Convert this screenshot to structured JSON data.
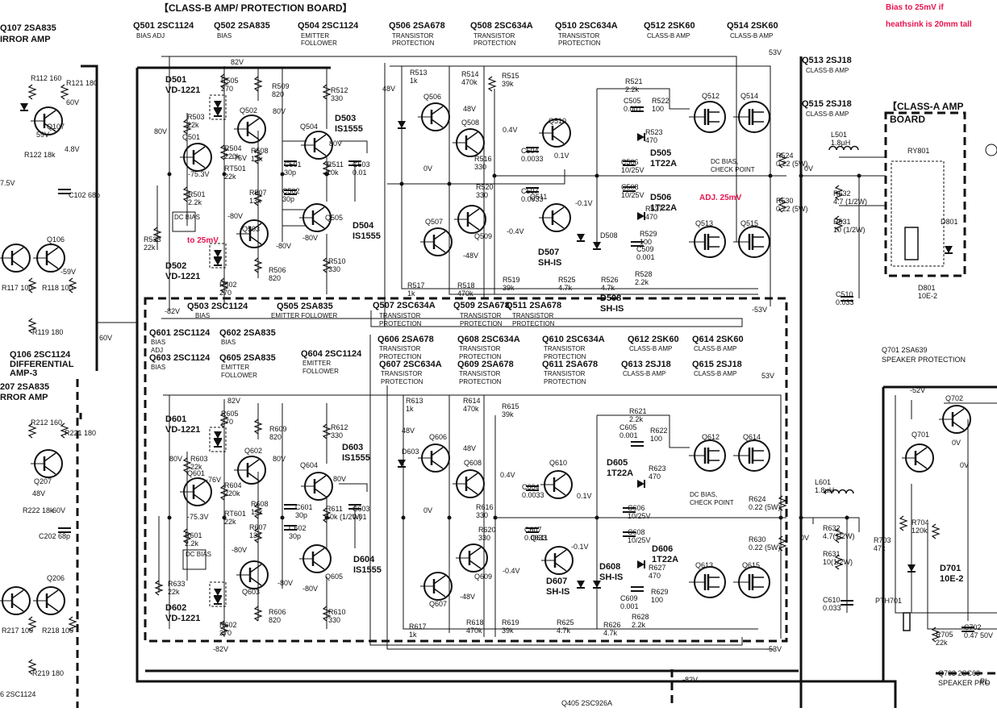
{
  "title": "【CLASS-B AMP/ PROTECTION BOARD】",
  "note": [
    "Bias to 25mV if",
    "heathsink is 20mm tall"
  ],
  "annotations": {
    "adj": "ADJ. 25mV",
    "to25": "to 25mV"
  },
  "classA": [
    "【CLASS-A AMP",
    "BOARD"
  ],
  "header_top": [
    {
      "ref": "Q501 2SC1124",
      "desc": [
        "BIAS ADJ"
      ]
    },
    {
      "ref": "Q502 2SA835",
      "desc": [
        "BIAS"
      ]
    },
    {
      "ref": "Q504 2SC1124",
      "desc": [
        "EMITTER",
        "FOLLOWER"
      ]
    },
    {
      "ref": "Q506 2SA678",
      "desc": [
        "TRANSISTOR",
        "PROTECTION"
      ]
    },
    {
      "ref": "Q508 2SC634A",
      "desc": [
        "TRANSISTOR",
        "PROTECTION"
      ]
    },
    {
      "ref": "Q510 2SC634A",
      "desc": [
        "TRANSISTOR",
        "PROTECTION"
      ]
    },
    {
      "ref": "Q512 2SK60",
      "desc": [
        "CLASS-B AMP"
      ]
    },
    {
      "ref": "Q514 2SK60",
      "desc": [
        "CLASS-B AMP"
      ]
    }
  ],
  "right_top": [
    {
      "ref": "Q513 2SJ18",
      "desc": "CLASS-B AMP"
    },
    {
      "ref": "Q515 2SJ18",
      "desc": "CLASS-B AMP"
    }
  ],
  "mid_left": [
    {
      "ref": "Q503 2SC1124",
      "desc": "BIAS"
    },
    {
      "ref": "Q505 2SA835",
      "desc": "EMITTER FOLLOWER"
    }
  ],
  "mid_right": [
    {
      "ref": "Q507 2SC634A",
      "desc": [
        "TRANSISTOR",
        "PROTECTION"
      ]
    },
    {
      "ref": "Q509 2SA678",
      "desc": [
        "TRANSISTOR",
        "PROTECTION"
      ]
    },
    {
      "ref": "Q511 2SA678",
      "desc": [
        "TRANSISTOR",
        "PROTECTION"
      ]
    }
  ],
  "header_600": [
    {
      "ref": "Q601 2SC1124",
      "desc": "BIAS ADJ"
    },
    {
      "ref": "Q602 2SA835",
      "desc": "BIAS"
    },
    {
      "ref": "Q603 2SC1124",
      "desc": "BIAS"
    },
    {
      "ref": "Q605 2SA835",
      "desc": "EMITTER FOLLOWER"
    },
    {
      "ref": "Q604 2SC1124",
      "desc": "EMITTER FOLLOWER"
    },
    {
      "ref": "Q606 2SA678",
      "desc": "TRANSISTOR PROTECTION"
    },
    {
      "ref": "Q607 2SC634A",
      "desc": "TRANSISTOR PROTECTION"
    },
    {
      "ref": "Q608 2SC634A",
      "desc": "TRANSISTOR PROTECTION"
    },
    {
      "ref": "Q609 2SA678",
      "desc": "TRANSISTOR PROTECTION"
    },
    {
      "ref": "Q610 2SC634A",
      "desc": "TRANSISTOR PROTECTION"
    },
    {
      "ref": "Q611 2SA678",
      "desc": "TRANSISTOR PROTECTION"
    },
    {
      "ref": "Q612 2SK60",
      "desc": "CLASS-B AMP"
    },
    {
      "ref": "Q613 2SJ18",
      "desc": "CLASS-B AMP"
    },
    {
      "ref": "Q614 2SK60",
      "desc": "CLASS-B AMP"
    },
    {
      "ref": "Q615 2SJ18",
      "desc": "CLASS-B AMP"
    }
  ],
  "left_edge": [
    "Q106 2SC1124",
    "DIFFERENTIAL",
    "AMP-3",
    "207 2SA835",
    "RROR AMP",
    "Q107 2SA835",
    "IRROR AMP",
    "Q106",
    "Q107",
    "Q207",
    "Q206",
    "R112 160",
    "R121 180",
    "R212 160",
    "R221 180",
    "R117 100",
    "R118 100",
    "R217 100",
    "R218 100",
    "R119 180",
    "R219 180",
    "R122 18k",
    "R222 18k",
    "C102 68p",
    "C202 68p",
    "60V",
    "4.8V",
    "59V",
    "48V",
    "-60V",
    "-59V",
    "7.5V",
    "6 2SC1124"
  ],
  "top_parts": [
    [
      "R505 270",
      274,
      103
    ],
    [
      "R509 820",
      337,
      110
    ],
    [
      "R512 330",
      410,
      115
    ],
    [
      "R503 22k",
      232,
      148
    ],
    [
      "R504 220k",
      278,
      187
    ],
    [
      "R508 13k",
      311,
      190
    ],
    [
      "RT501 22k",
      278,
      212
    ],
    [
      "R501 2.2k",
      233,
      244
    ],
    [
      "R507 13k",
      309,
      242
    ],
    [
      "C501 30p",
      352,
      207
    ],
    [
      "C502 30p",
      350,
      240
    ],
    [
      "R511 10k",
      405,
      207
    ],
    [
      "C503 0.01",
      437,
      207
    ],
    [
      "R506 820",
      333,
      338
    ],
    [
      "R510 330",
      407,
      327
    ],
    [
      "R533 22k",
      178,
      300
    ],
    [
      "R502 270",
      272,
      356
    ],
    [
      "R513 1k",
      508,
      93
    ],
    [
      "R514 470k",
      572,
      95
    ],
    [
      "R515 39k",
      622,
      97
    ],
    [
      "R521 2.2k",
      775,
      104
    ],
    [
      "C505 0.001",
      773,
      128
    ],
    [
      "R522 100",
      808,
      128
    ],
    [
      "R523 470",
      800,
      167
    ],
    [
      "C504 0.0033",
      646,
      190
    ],
    [
      "R516 330",
      588,
      200
    ],
    [
      "C506 10/25V",
      770,
      204
    ],
    [
      "R520 330",
      590,
      235
    ],
    [
      "C507 0.0033",
      646,
      240
    ],
    [
      "C508 10/25V",
      770,
      235
    ],
    [
      "R527 470",
      800,
      262
    ],
    [
      "R529 100",
      793,
      293
    ],
    [
      "C509 0.001",
      789,
      312
    ],
    [
      "R528 2.2k",
      787,
      343
    ],
    [
      "R517 1k",
      505,
      357
    ],
    [
      "R518 470k",
      567,
      357
    ],
    [
      "R519 39k",
      623,
      350
    ],
    [
      "R525 4.7k",
      692,
      350
    ],
    [
      "R526 4.7k",
      745,
      350
    ],
    [
      "R524 0.22 (5W)",
      962,
      196
    ],
    [
      "R530 0.22 (5W)",
      962,
      252
    ],
    [
      "R532 4.7 (1/2W)",
      1033,
      243
    ],
    [
      "R531 10 (1/2W)",
      1033,
      278
    ],
    [
      "C510 0.033",
      1036,
      368
    ],
    [
      "L501 1.8µH",
      1030,
      170
    ],
    [
      "RY801",
      1125,
      190
    ],
    [
      "D801",
      1166,
      278
    ],
    [
      "D801 10E-2",
      1138,
      360
    ]
  ],
  "top_semis": [
    [
      "D501 VD-1221",
      205,
      102
    ],
    [
      "D503 IS1555",
      415,
      150
    ],
    [
      "D504 IS1555",
      437,
      283
    ],
    [
      "D502 VD-1221",
      205,
      333
    ],
    [
      "D505 1T22A",
      806,
      193
    ],
    [
      "D506 1T22A",
      806,
      248
    ],
    [
      "D507 SH-IS",
      667,
      316
    ],
    [
      "D508",
      744,
      295
    ],
    [
      "D508 SH-IS",
      744,
      373
    ],
    [
      "Q501",
      226,
      173
    ],
    [
      "Q502",
      297,
      140
    ],
    [
      "Q503",
      300,
      287
    ],
    [
      "Q504",
      372,
      160
    ],
    [
      "Q505",
      403,
      273
    ],
    [
      "Q506",
      525,
      123
    ],
    [
      "Q507",
      527,
      278
    ],
    [
      "Q508",
      572,
      155
    ],
    [
      "Q509",
      588,
      296
    ],
    [
      "Q510",
      680,
      153
    ],
    [
      "Q511",
      657,
      247
    ],
    [
      "Q512",
      870,
      122
    ],
    [
      "Q513",
      862,
      280
    ],
    [
      "Q514",
      918,
      122
    ],
    [
      "Q515",
      918,
      280
    ],
    [
      "DC BIAS, CHECK POINT",
      881,
      203
    ],
    [
      "DC BIAS",
      216,
      272
    ]
  ],
  "top_volt": [
    [
      "82V",
      286,
      80
    ],
    [
      "80V",
      191,
      166
    ],
    [
      "80V",
      338,
      141
    ],
    [
      "80V",
      408,
      181
    ],
    [
      "-76V",
      287,
      199
    ],
    [
      "-75.3V",
      233,
      219
    ],
    [
      "-80V",
      282,
      271
    ],
    [
      "-80V",
      342,
      308
    ],
    [
      "-80V",
      375,
      298
    ],
    [
      "-82V",
      204,
      389
    ],
    [
      "48V",
      474,
      113
    ],
    [
      "48V",
      574,
      138
    ],
    [
      "0.4V",
      623,
      164
    ],
    [
      "0.1V",
      687,
      196
    ],
    [
      "0V",
      525,
      212
    ],
    [
      "-0.4V",
      628,
      290
    ],
    [
      "-48V",
      574,
      320
    ],
    [
      "-0.1V",
      713,
      255
    ],
    [
      "53V",
      953,
      68
    ],
    [
      "-53V",
      932,
      387
    ],
    [
      "0V",
      997,
      212
    ]
  ],
  "bot_parts": [
    [
      "R605 270",
      274,
      516
    ],
    [
      "R609 820",
      334,
      535
    ],
    [
      "R612 330",
      410,
      533
    ],
    [
      "R603 22k",
      236,
      572
    ],
    [
      "R604 220k",
      278,
      605
    ],
    [
      "R608 13k",
      311,
      628
    ],
    [
      "RT601 22k",
      278,
      640
    ],
    [
      "R601 2.2k",
      229,
      667
    ],
    [
      "R607 13k",
      309,
      657
    ],
    [
      "C601 30p",
      366,
      632
    ],
    [
      "C602 30p",
      358,
      658
    ],
    [
      "R611 10k (1/2W)",
      404,
      634
    ],
    [
      "C603 0.01",
      437,
      634
    ],
    [
      "R606 820",
      333,
      762
    ],
    [
      "R610 330",
      407,
      762
    ],
    [
      "R633 22k",
      208,
      727
    ],
    [
      "R602 270",
      272,
      778
    ],
    [
      "R613 1k",
      503,
      500
    ],
    [
      "R614 470k",
      574,
      500
    ],
    [
      "R615 39k",
      622,
      507
    ],
    [
      "R621 2.2k",
      780,
      513
    ],
    [
      "C605 0.001",
      768,
      533
    ],
    [
      "R622 100",
      806,
      537
    ],
    [
      "R623 470",
      804,
      584
    ],
    [
      "C604 0.0033",
      647,
      607
    ],
    [
      "R616 330",
      590,
      632
    ],
    [
      "C606 10/25V",
      778,
      633
    ],
    [
      "R620 330",
      593,
      660
    ],
    [
      "C607 0.0033",
      650,
      660
    ],
    [
      "C608 10/25V",
      778,
      663
    ],
    [
      "R627 470",
      804,
      707
    ],
    [
      "R629 100",
      807,
      737
    ],
    [
      "C609 0.001",
      769,
      745
    ],
    [
      "R628 2.2k",
      783,
      768
    ],
    [
      "R617 1k",
      507,
      780
    ],
    [
      "R618 470k",
      578,
      775
    ],
    [
      "R619 39k",
      622,
      775
    ],
    [
      "R625 4.7k",
      690,
      775
    ],
    [
      "R626 4.7k",
      748,
      778
    ],
    [
      "R624 0.22 (5W)",
      928,
      622
    ],
    [
      "R630 0.22 (5W)",
      928,
      672
    ],
    [
      "R632 4.7(1/2W)",
      1020,
      658
    ],
    [
      "R631 10(1/2W)",
      1020,
      690
    ],
    [
      "C610 0.033",
      1020,
      747
    ],
    [
      "L601 1.8µH",
      1010,
      601
    ],
    [
      "R703 47k",
      1083,
      673
    ],
    [
      "R704 120k",
      1130,
      651
    ],
    [
      "R705 22k",
      1160,
      790
    ],
    [
      "C702 0.47 50V",
      1195,
      781
    ],
    [
      "PTH701",
      1085,
      748
    ]
  ],
  "bot_semis": [
    [
      "D601 VD-1221",
      205,
      523
    ],
    [
      "D603 IS1555",
      424,
      558
    ],
    [
      "D604 IS1555",
      438,
      697
    ],
    [
      "D602 VD-1221",
      205,
      757
    ],
    [
      "D605 1T22A",
      752,
      577
    ],
    [
      "D606 1T22A",
      808,
      684
    ],
    [
      "D607 SH-IS",
      677,
      724
    ],
    [
      "D608 SH-IS",
      743,
      706
    ],
    [
      "D603",
      498,
      563
    ],
    [
      "Q601",
      232,
      590
    ],
    [
      "Q602",
      303,
      562
    ],
    [
      "Q603",
      300,
      737
    ],
    [
      "Q604",
      372,
      580
    ],
    [
      "Q605",
      403,
      718
    ],
    [
      "Q606",
      532,
      545
    ],
    [
      "Q607",
      532,
      752
    ],
    [
      "Q608",
      575,
      577
    ],
    [
      "Q609",
      588,
      718
    ],
    [
      "Q610",
      681,
      577
    ],
    [
      "Q611",
      658,
      670
    ],
    [
      "Q612",
      870,
      545
    ],
    [
      "Q613",
      862,
      704
    ],
    [
      "Q614",
      921,
      545
    ],
    [
      "Q615",
      920,
      704
    ],
    [
      "DC BIAS, CHECK POINT",
      855,
      616
    ],
    [
      "DC BIAS",
      230,
      690
    ],
    [
      "Q701 2SA639",
      1093,
      437
    ],
    [
      "SPEAKER PROTECTION",
      1093,
      449
    ],
    [
      "Q701",
      1130,
      542
    ],
    [
      "Q702",
      1172,
      497
    ],
    [
      "D701 10E-2",
      1165,
      708
    ],
    [
      "Q703 2SC63",
      1163,
      838
    ],
    [
      "SPEAKER PRO",
      1163,
      850
    ],
    [
      "Q405 2SC926A",
      696,
      875
    ]
  ],
  "bot_volt": [
    [
      "82V",
      282,
      500
    ],
    [
      "80V",
      210,
      572
    ],
    [
      "80V",
      338,
      572
    ],
    [
      "80V",
      413,
      597
    ],
    [
      "-76V",
      255,
      598
    ],
    [
      "-75.3V",
      232,
      644
    ],
    [
      "-80V",
      287,
      685
    ],
    [
      "-80V",
      344,
      726
    ],
    [
      "-80V",
      375,
      733
    ],
    [
      "-82V",
      264,
      808
    ],
    [
      "48V",
      498,
      537
    ],
    [
      "48V",
      574,
      559
    ],
    [
      "0.4V",
      620,
      592
    ],
    [
      "0.1V",
      715,
      618
    ],
    [
      "0V",
      525,
      636
    ],
    [
      "-0.4V",
      623,
      711
    ],
    [
      "-48V",
      570,
      743
    ],
    [
      "-0.1V",
      708,
      681
    ],
    [
      "53V",
      944,
      469
    ],
    [
      "-53V",
      950,
      808
    ],
    [
      "0V",
      992,
      670
    ],
    [
      "-52V",
      1128,
      487
    ],
    [
      "0V",
      1180,
      552
    ],
    [
      "-82V",
      846,
      846
    ],
    [
      "60V",
      123,
      422
    ],
    [
      "PL",
      1215,
      848
    ],
    [
      "0V",
      1190,
      580
    ]
  ]
}
